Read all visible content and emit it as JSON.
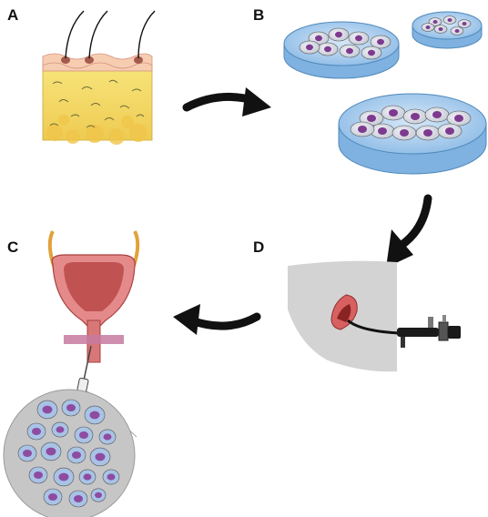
{
  "panels": {
    "a": {
      "label": "A",
      "icon": "skin-tissue-icon"
    },
    "b": {
      "label": "B",
      "icon": "petri-dish-cell-culture-icon"
    },
    "c": {
      "label": "C",
      "icon": "bladder-injection-icon"
    },
    "d": {
      "label": "D",
      "icon": "endoscope-icon"
    }
  },
  "arrows": [
    "curved-arrow-right",
    "curved-arrow-down-left",
    "curved-arrow-left"
  ],
  "colors": {
    "arrow": "#111111",
    "fat": "#f3dc6a",
    "skin": "#f5c6a8",
    "dish_fill": "#a9cdee",
    "dish_stroke": "#4f89bb",
    "cell_membrane": "#d7dae3",
    "cell_nucleus": "#7e3a8f",
    "bladder_wall": "#e48a8a",
    "bladder_inner": "#b94b4b",
    "body_silhouette": "#d2d2d2",
    "magnified_bg": "#c9c9c9",
    "magnified_cell": "#a8c3e6",
    "magnified_nucleus": "#8e4ca0"
  }
}
